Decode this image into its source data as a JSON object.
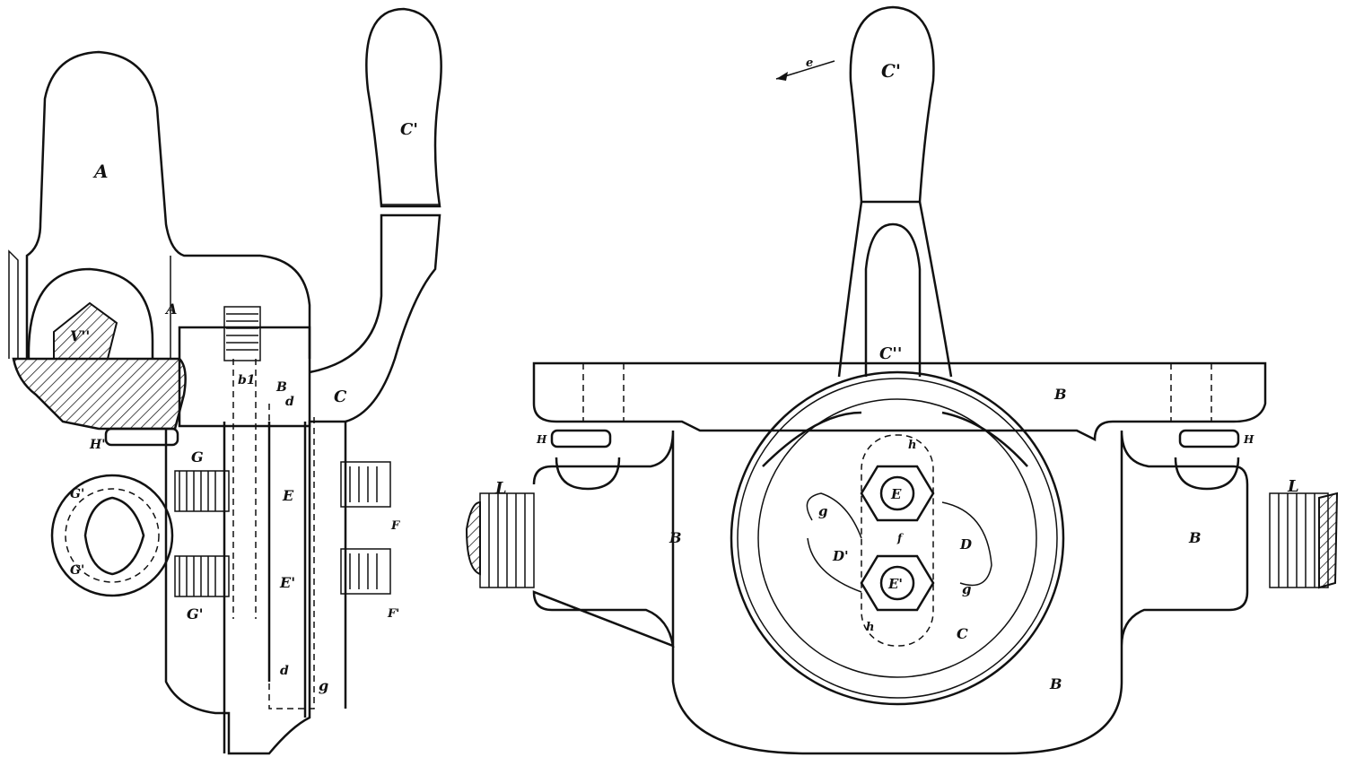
{
  "figure_left": {
    "labels": {
      "arm": "A",
      "arm_lower": "A",
      "rail": "V''",
      "bolt_b": "b1",
      "body_b": "B",
      "d_top": "d",
      "lever_body": "C",
      "handle": "C'",
      "set_screw": "H'",
      "clamp_g": "G",
      "clamp_ring_top": "G'",
      "clamp_ring_bottom": "G'",
      "clamp_g_lower": "G'",
      "bolt_e": "E",
      "bolt_e_lower": "E'",
      "nut_f": "F",
      "nut_f_lower": "F'",
      "d_bottom": "d",
      "g_bottom": "g"
    }
  },
  "figure_right": {
    "labels": {
      "direction_arrow": "e",
      "handle": "C'",
      "lever_neck": "C''",
      "bar": "B",
      "screw_left": "H",
      "screw_right": "H",
      "thread_left": "L",
      "thread_right": "L",
      "body_left": "B",
      "body_right": "B",
      "body_bottom": "B",
      "bolt_e": "E",
      "bolt_e_lower": "E'",
      "cam_d": "D",
      "cam_d_prime": "D'",
      "g_left": "g",
      "g_right": "g",
      "h_top": "h",
      "h_bottom": "h",
      "f_mark": "f",
      "disc": "C"
    }
  }
}
